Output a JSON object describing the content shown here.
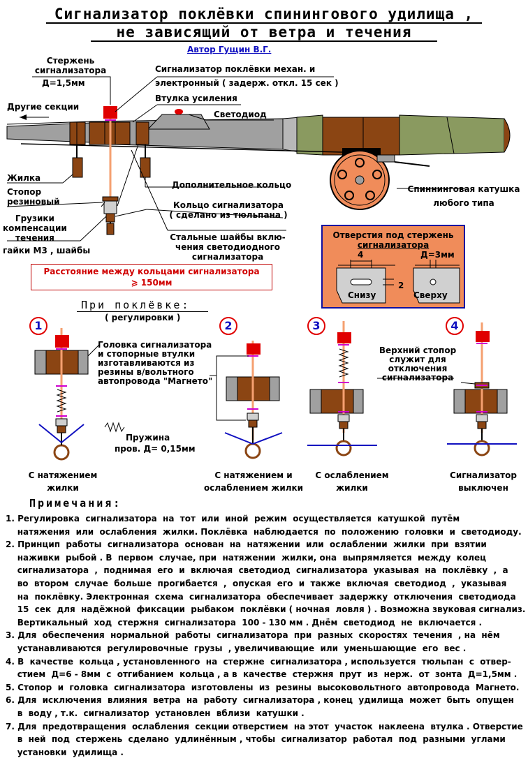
{
  "title": {
    "line1": "Сигнализатор поклёвки спинингового удилища ,",
    "line2": "не зависящий от ветра и течения",
    "author": "Автор Гущин В.Г."
  },
  "labels": {
    "rod_line1": "Стержень",
    "rod_line2": "сигнализатора",
    "rod_diameter": "Д=1,5мм",
    "signaler_line1": "Сигнализатор поклёвки механ. и",
    "signaler_line2": "электронный ( задерж. откл. 15 сек )",
    "bushing": "Втулка усиления",
    "other_sections": "Другие секции",
    "led": "Светодиод",
    "line": "Жилка",
    "stopper1": "Стопор",
    "stopper2": "резиновый",
    "weights1": "Грузики",
    "weights2": "компенсации",
    "weights3": "течения",
    "nuts": "гайки М3 , шайбы",
    "extra_ring": "Дополнительное кольцо",
    "ring1": "Кольцо сигнализатора",
    "ring2": "( сделано из тюльпана )",
    "washers1": "Стальные шайбы вклю-",
    "washers2": "чения светодиодного",
    "washers3": "сигнализатора",
    "reel1": "Спиннинговая катушка",
    "reel2": "любого типа"
  },
  "holes_box": {
    "title1": "Отверстия под стержень",
    "title2": "сигнализатора",
    "dim_width": "4",
    "dim_height": "2",
    "dim_diameter": "Д=3мм",
    "bottom": "Снизу",
    "top": "Сверху"
  },
  "distance_box": {
    "line1": "Расстояние между кольцами сигнализатора",
    "line2": "⩾ 150мм"
  },
  "bite_section": {
    "title": "При поклёвке:",
    "subtitle": "( регулировки )",
    "head_note1": "Головка сигнализатора",
    "head_note2": "и стопорные втулки",
    "head_note3": "изготавливаются из",
    "head_note4": "резины в/вольтного",
    "head_note5": "автопровода \"Магнето\"",
    "spring1": "Пружина",
    "spring2": "пров. Д= 0,15мм",
    "upper_stop1": "Верхний стопор",
    "upper_stop2": "служит для",
    "upper_stop3": "отключения",
    "upper_stop4": "сигнализатора"
  },
  "states": [
    {
      "num": "1",
      "cap1": "С натяжением",
      "cap2": "жилки"
    },
    {
      "num": "2",
      "cap1": "С натяжением и",
      "cap2": "ослаблением жилки"
    },
    {
      "num": "3",
      "cap1": "С ослаблением",
      "cap2": "жилки"
    },
    {
      "num": "4",
      "cap1": "Сигнализатор",
      "cap2": "выключен"
    }
  ],
  "notes": {
    "title": "Примечания:",
    "items": [
      "1. Регулировка  сигнализатора  на  тот  или  иной  режим  осуществляется  катушкой  путём",
      "    натяжения  или  ослабления  жилки. Поклёвка  наблюдается  по  положению  головки  и  светодиоду.",
      "2. Принцип  работы  сигнализатора  основан  на  натяжении  или  ослаблении  жилки  при  взятии",
      "    наживки  рыбой . В  первом  случае, при  натяжении  жилки, она  выпрямляется  между  колец",
      "    сигнализатора  ,  поднимая  его  и  включая  светодиод  сигнализатора  указывая  на  поклёвку  ,  а",
      "    во  втором  случае  больше  прогибается  ,  опуская  его  и  также  включая  светодиод  ,  указывая",
      "    на  поклёвку. Электронная  схема  сигнализатора  обеспечивает  задержку  отключения  светодиода",
      "    15  сек  для  надёжной  фиксации  рыбаком  поклёвки ( ночная  ловля ) . Возможна звуковая сигнализ.",
      "    Вертикальный  ход  стержня  сигнализатора  100 - 130 мм . Днём  светодиод  не  включается .",
      "3. Для  обеспечения  нормальной  работы  сигнализатора  при  разных  скоростях  течения  , на  нём",
      "    устанавливаются  регулировочные  грузы  , увеличивающие  или  уменьшающие  его  вес .",
      "4. В  качестве  кольца , установленного  на  стержне  сигнализатора , используется  тюльпан  с  отвер-",
      "    стием  Д=6 - 8мм  с  отгибанием  кольца , а в  качестве  стержня  прут  из  нерж.  от  зонта  Д=1,5мм .",
      "5. Стопор  и  головка  сигнализатора  изготовлены  из  резины  высоковольтного  автопровода  Магнето.",
      "6. Для  исключения  влияния  ветра  на  работу  сигнализатора , конец  удилища  может  быть  опущен",
      "    в  воду , т.к.  сигнализатор  установлен  вблизи  катушки .",
      "7. Для  предотвращения  ослабления  секции отверстием  на этот  участок  наклеена  втулка . Отверстие",
      "    в  ней  под  стержень  сделано  удлинённым , чтобы  сигнализатор  работал  под  разными  углами",
      "    установки  удилища ."
    ]
  },
  "colors": {
    "rod_gray": "#a0a0a0",
    "cork_green": "#8a9a60",
    "brown": "#8b4513",
    "red": "#e00000",
    "orange_rod": "#f5a070",
    "holes_bg": "#f08c5a",
    "blue_line": "#1010c0"
  }
}
